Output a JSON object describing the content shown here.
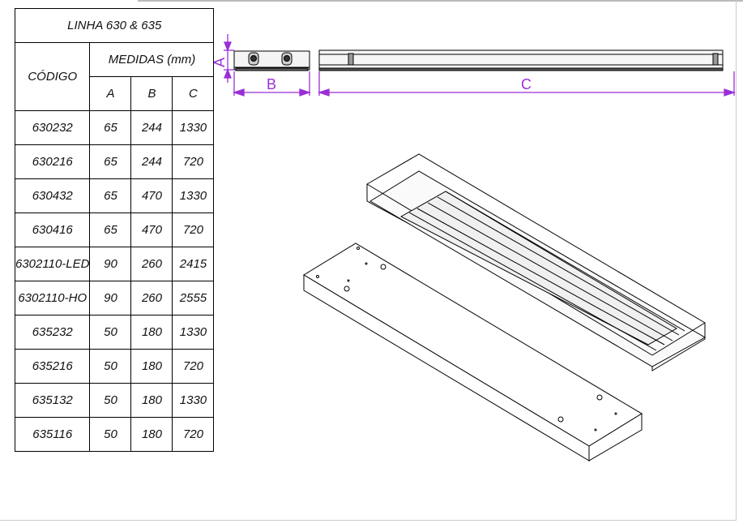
{
  "table": {
    "title": "LINHA 630 & 635",
    "code_header": "CÓDIGO",
    "measures_header": "MEDIDAS (mm)",
    "columns": [
      "A",
      "B",
      "C"
    ],
    "rows": [
      {
        "code": "630232",
        "a": "65",
        "b": "244",
        "c": "1330"
      },
      {
        "code": "630216",
        "a": "65",
        "b": "244",
        "c": "720"
      },
      {
        "code": "630432",
        "a": "65",
        "b": "470",
        "c": "1330"
      },
      {
        "code": "630416",
        "a": "65",
        "b": "470",
        "c": "720"
      },
      {
        "code": "6302110-LED",
        "a": "90",
        "b": "260",
        "c": "2415"
      },
      {
        "code": "6302110-HO",
        "a": "90",
        "b": "260",
        "c": "2555"
      },
      {
        "code": "635232",
        "a": "50",
        "b": "180",
        "c": "1330"
      },
      {
        "code": "635216",
        "a": "50",
        "b": "180",
        "c": "720"
      },
      {
        "code": "635132",
        "a": "50",
        "b": "180",
        "c": "1330"
      },
      {
        "code": "635116",
        "a": "50",
        "b": "180",
        "c": "720"
      }
    ]
  },
  "dimensions": {
    "a_label": "A",
    "b_label": "B",
    "c_label": "C",
    "color": "#9a2fd6"
  }
}
